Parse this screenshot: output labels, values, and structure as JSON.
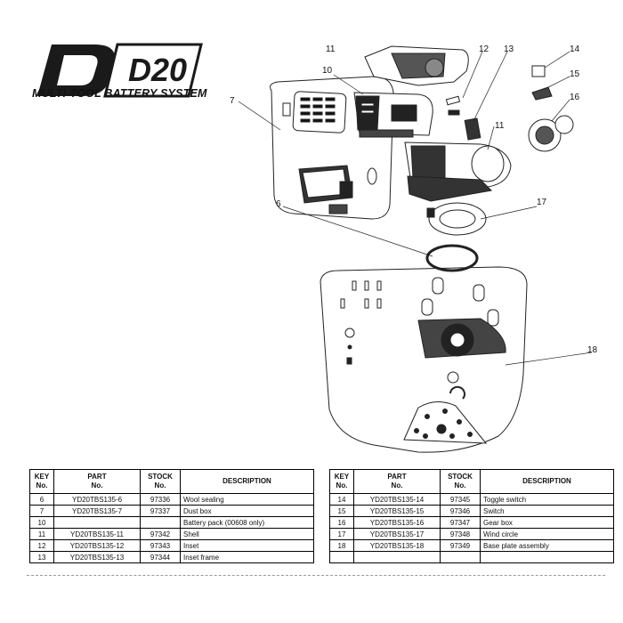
{
  "brand": {
    "logo_text": "D20",
    "tagline": "MULTI-TOOL BATTERY SYSTEM"
  },
  "callouts": [
    "6",
    "7",
    "10",
    "11",
    "11",
    "12",
    "13",
    "14",
    "15",
    "16",
    "17",
    "18"
  ],
  "table_headers": {
    "key": [
      "KEY",
      "No."
    ],
    "part": [
      "PART",
      "No."
    ],
    "stock": [
      "STOCK",
      "No."
    ],
    "description": "DESCRIPTION"
  },
  "parts_left": [
    {
      "key": "6",
      "part": "YD20TBS135-6",
      "stock": "97336",
      "description": "Wool sealing"
    },
    {
      "key": "7",
      "part": "YD20TBS135-7",
      "stock": "97337",
      "description": "Dust box"
    },
    {
      "key": "10",
      "part": "",
      "stock": "",
      "description": "Battery pack (00608 only)"
    },
    {
      "key": "11",
      "part": "YD20TBS135-11",
      "stock": "97342",
      "description": "Shell"
    },
    {
      "key": "12",
      "part": "YD20TBS135-12",
      "stock": "97343",
      "description": "Inset"
    },
    {
      "key": "13",
      "part": "YD20TBS135-13",
      "stock": "97344",
      "description": "Inset frame"
    }
  ],
  "parts_right": [
    {
      "key": "14",
      "part": "YD20TBS135-14",
      "stock": "97345",
      "description": "Toggle switch"
    },
    {
      "key": "15",
      "part": "YD20TBS135-15",
      "stock": "97346",
      "description": "Switch"
    },
    {
      "key": "16",
      "part": "YD20TBS135-16",
      "stock": "97347",
      "description": "Gear box"
    },
    {
      "key": "17",
      "part": "YD20TBS135-17",
      "stock": "97348",
      "description": "Wind circle"
    },
    {
      "key": "18",
      "part": "YD20TBS135-18",
      "stock": "97349",
      "description": "Base plate assembly"
    },
    {
      "key": "",
      "part": "",
      "stock": "",
      "description": ""
    }
  ]
}
